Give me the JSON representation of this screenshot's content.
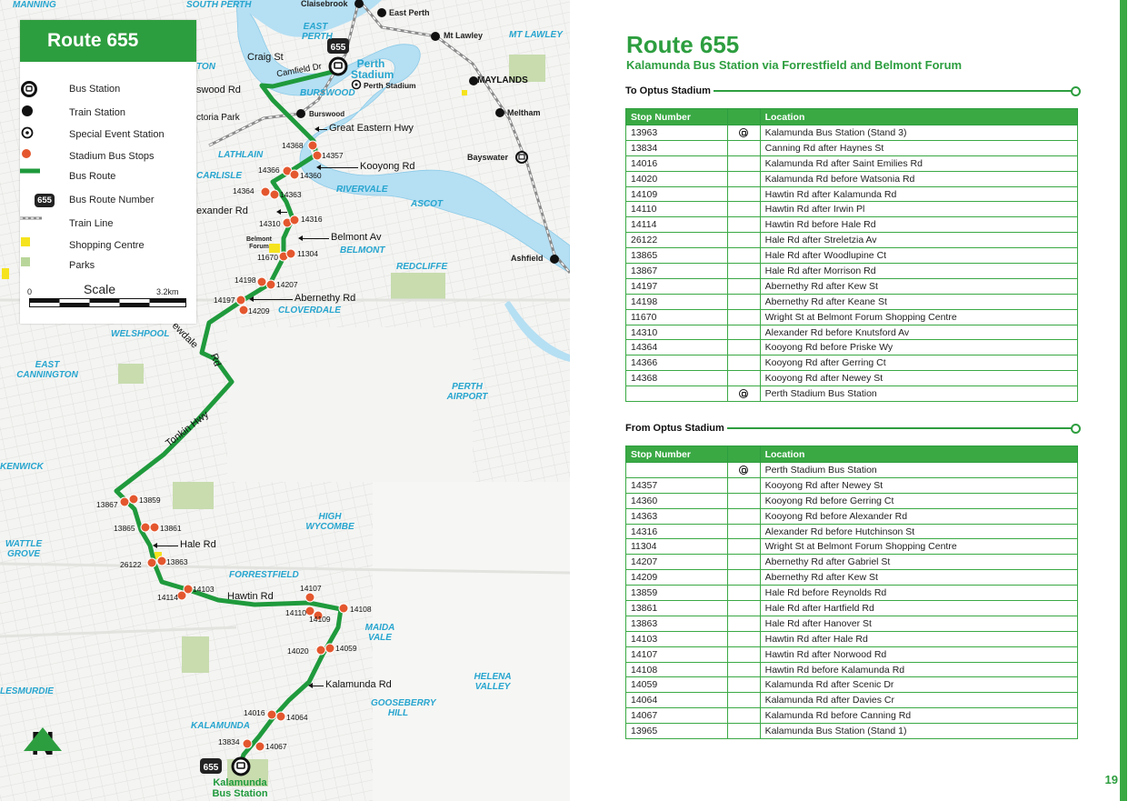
{
  "colors": {
    "brand_green": "#2d9e3f",
    "route_green": "#1f9a3c",
    "stop_red": "#e4572e",
    "water_blue": "#b5dff3",
    "label_blue": "#27a5cf"
  },
  "legend": {
    "title": "Route 655",
    "items": [
      {
        "label": "Bus Station",
        "icon": "bus-station-icon"
      },
      {
        "label": "Train Station",
        "icon": "train-station-icon"
      },
      {
        "label": "Special Event Station",
        "icon": "special-event-station-icon"
      },
      {
        "label": "Stadium Bus Stops",
        "icon": "stadium-bus-stop-icon"
      },
      {
        "label": "Bus Route",
        "icon": "bus-route-line-icon"
      },
      {
        "label": "Bus Route Number",
        "icon": "route-number-badge-icon",
        "badge": "655"
      },
      {
        "label": "Train Line",
        "icon": "train-line-icon"
      },
      {
        "label": "Shopping Centre",
        "icon": "shopping-centre-icon"
      },
      {
        "label": "Parks",
        "icon": "parks-icon"
      }
    ],
    "scale": {
      "label": "Scale",
      "start": "0",
      "end": "3.2km"
    }
  },
  "map": {
    "north_label": "N",
    "route_badge_north": "655",
    "route_badge_south": "655",
    "suburbs": [
      {
        "name": "MANNING"
      },
      {
        "name": "SOUTH PERTH"
      },
      {
        "name": "EAST PERTH"
      },
      {
        "name": "BURSWOOD"
      },
      {
        "name": "LATHLAIN"
      },
      {
        "name": "CARLISLE"
      },
      {
        "name": "RIVERVALE"
      },
      {
        "name": "ASCOT"
      },
      {
        "name": "BELMONT"
      },
      {
        "name": "REDCLIFFE"
      },
      {
        "name": "CLOVERDALE"
      },
      {
        "name": "WELSHPOOL"
      },
      {
        "name": "EAST CANNINGTON"
      },
      {
        "name": "PERTH AIRPORT"
      },
      {
        "name": "KENWICK"
      },
      {
        "name": "WATTLE GROVE"
      },
      {
        "name": "HIGH WYCOMBE"
      },
      {
        "name": "FORRESTFIELD"
      },
      {
        "name": "MAIDA VALE"
      },
      {
        "name": "HELENA VALLEY"
      },
      {
        "name": "LESMURDIE"
      },
      {
        "name": "GOOSEBERRY HILL"
      },
      {
        "name": "KALAMUNDA"
      },
      {
        "name": "MAYLANDS"
      },
      {
        "name": "MT LAWLEY"
      },
      {
        "name": "TON"
      },
      {
        "name": "ctoria Park"
      }
    ],
    "stations": [
      {
        "name": "Claisebrook"
      },
      {
        "name": "East Perth"
      },
      {
        "name": "Mt Lawley"
      },
      {
        "name": "Maylands"
      },
      {
        "name": "Meltham"
      },
      {
        "name": "Bayswater"
      },
      {
        "name": "Ashfield"
      },
      {
        "name": "Burswood"
      },
      {
        "name": "Perth Stadium"
      }
    ],
    "roads": [
      {
        "name": "Craig St"
      },
      {
        "name": "Camfield Dr"
      },
      {
        "name": "Great Eastern Hwy"
      },
      {
        "name": "Kooyong Rd"
      },
      {
        "name": "exander Rd"
      },
      {
        "name": "Belmont Av"
      },
      {
        "name": "Abernethy Rd"
      },
      {
        "name": "Tonkin Hwy"
      },
      {
        "name": "Hale Rd"
      },
      {
        "name": "Hawtin Rd"
      },
      {
        "name": "Kalamunda Rd"
      },
      {
        "name": "swood Rd"
      },
      {
        "name": "ewdale"
      },
      {
        "name": "Rd"
      }
    ],
    "places": [
      {
        "name": "Perth Stadium"
      },
      {
        "name": "Belmont Forum"
      },
      {
        "name": "Kalamunda Bus Station"
      }
    ],
    "stop_labels": [
      "14368",
      "14357",
      "14366",
      "14360",
      "14364",
      "14363",
      "14310",
      "14316",
      "11670",
      "11304",
      "14198",
      "14207",
      "14197",
      "14209",
      "13867",
      "13859",
      "13865",
      "13861",
      "26122",
      "13863",
      "14114",
      "14103",
      "14107",
      "14110",
      "14109",
      "14108",
      "14020",
      "14059",
      "14016",
      "14064",
      "13834",
      "14067"
    ]
  },
  "panel": {
    "title": "Route 655",
    "subtitle": "Kalamunda Bus Station via Forrestfield and Belmont Forum",
    "header_stop": "Stop Number",
    "header_location": "Location",
    "to": {
      "heading": "To Optus Stadium",
      "rows": [
        {
          "stop": "13963",
          "icon": "bus-station-icon",
          "loc": "Kalamunda Bus Station (Stand 3)"
        },
        {
          "stop": "13834",
          "icon": "",
          "loc": "Canning Rd after Haynes St"
        },
        {
          "stop": "14016",
          "icon": "",
          "loc": "Kalamunda Rd after Saint Emilies Rd"
        },
        {
          "stop": "14020",
          "icon": "",
          "loc": "Kalamunda Rd before Watsonia Rd"
        },
        {
          "stop": "14109",
          "icon": "",
          "loc": "Hawtin Rd after Kalamunda Rd"
        },
        {
          "stop": "14110",
          "icon": "",
          "loc": "Hawtin Rd after Irwin Pl"
        },
        {
          "stop": "14114",
          "icon": "",
          "loc": "Hawtin Rd before Hale Rd"
        },
        {
          "stop": "26122",
          "icon": "",
          "loc": "Hale Rd after Streletzia Av"
        },
        {
          "stop": "13865",
          "icon": "",
          "loc": "Hale Rd after Woodlupine Ct"
        },
        {
          "stop": "13867",
          "icon": "",
          "loc": "Hale Rd after Morrison Rd"
        },
        {
          "stop": "14197",
          "icon": "",
          "loc": "Abernethy Rd after Kew St"
        },
        {
          "stop": "14198",
          "icon": "",
          "loc": "Abernethy Rd after Keane St"
        },
        {
          "stop": "11670",
          "icon": "",
          "loc": "Wright St at Belmont Forum Shopping Centre"
        },
        {
          "stop": "14310",
          "icon": "",
          "loc": "Alexander Rd before Knutsford Av"
        },
        {
          "stop": "14364",
          "icon": "",
          "loc": "Kooyong Rd before Priske Wy"
        },
        {
          "stop": "14366",
          "icon": "",
          "loc": "Kooyong Rd after Gerring Ct"
        },
        {
          "stop": "14368",
          "icon": "",
          "loc": "Kooyong Rd after Newey St"
        },
        {
          "stop": "",
          "icon": "bus-station-icon",
          "loc": "Perth Stadium Bus Station"
        }
      ]
    },
    "from": {
      "heading": "From Optus Stadium",
      "rows": [
        {
          "stop": "",
          "icon": "bus-station-icon",
          "loc": "Perth Stadium Bus Station"
        },
        {
          "stop": "14357",
          "icon": "",
          "loc": "Kooyong Rd after Newey St"
        },
        {
          "stop": "14360",
          "icon": "",
          "loc": "Kooyong Rd before Gerring Ct"
        },
        {
          "stop": "14363",
          "icon": "",
          "loc": "Kooyong Rd before Alexander Rd"
        },
        {
          "stop": "14316",
          "icon": "",
          "loc": "Alexander Rd before Hutchinson St"
        },
        {
          "stop": "11304",
          "icon": "",
          "loc": "Wright St at Belmont Forum Shopping Centre"
        },
        {
          "stop": "14207",
          "icon": "",
          "loc": "Abernethy Rd after Gabriel St"
        },
        {
          "stop": "14209",
          "icon": "",
          "loc": "Abernethy Rd after Kew St"
        },
        {
          "stop": "13859",
          "icon": "",
          "loc": "Hale Rd before Reynolds Rd"
        },
        {
          "stop": "13861",
          "icon": "",
          "loc": "Hale Rd after Hartfield Rd"
        },
        {
          "stop": "13863",
          "icon": "",
          "loc": "Hale Rd after Hanover St"
        },
        {
          "stop": "14103",
          "icon": "",
          "loc": "Hawtin Rd after Hale Rd"
        },
        {
          "stop": "14107",
          "icon": "",
          "loc": "Hawtin Rd after Norwood Rd"
        },
        {
          "stop": "14108",
          "icon": "",
          "loc": "Hawtin Rd before Kalamunda Rd"
        },
        {
          "stop": "14059",
          "icon": "",
          "loc": "Kalamunda Rd after Scenic Dr"
        },
        {
          "stop": "14064",
          "icon": "",
          "loc": "Kalamunda Rd after Davies Cr"
        },
        {
          "stop": "14067",
          "icon": "",
          "loc": "Kalamunda Rd before Canning Rd"
        },
        {
          "stop": "13965",
          "icon": "",
          "loc": "Kalamunda Bus Station (Stand 1)"
        }
      ]
    },
    "page_number": "19"
  }
}
